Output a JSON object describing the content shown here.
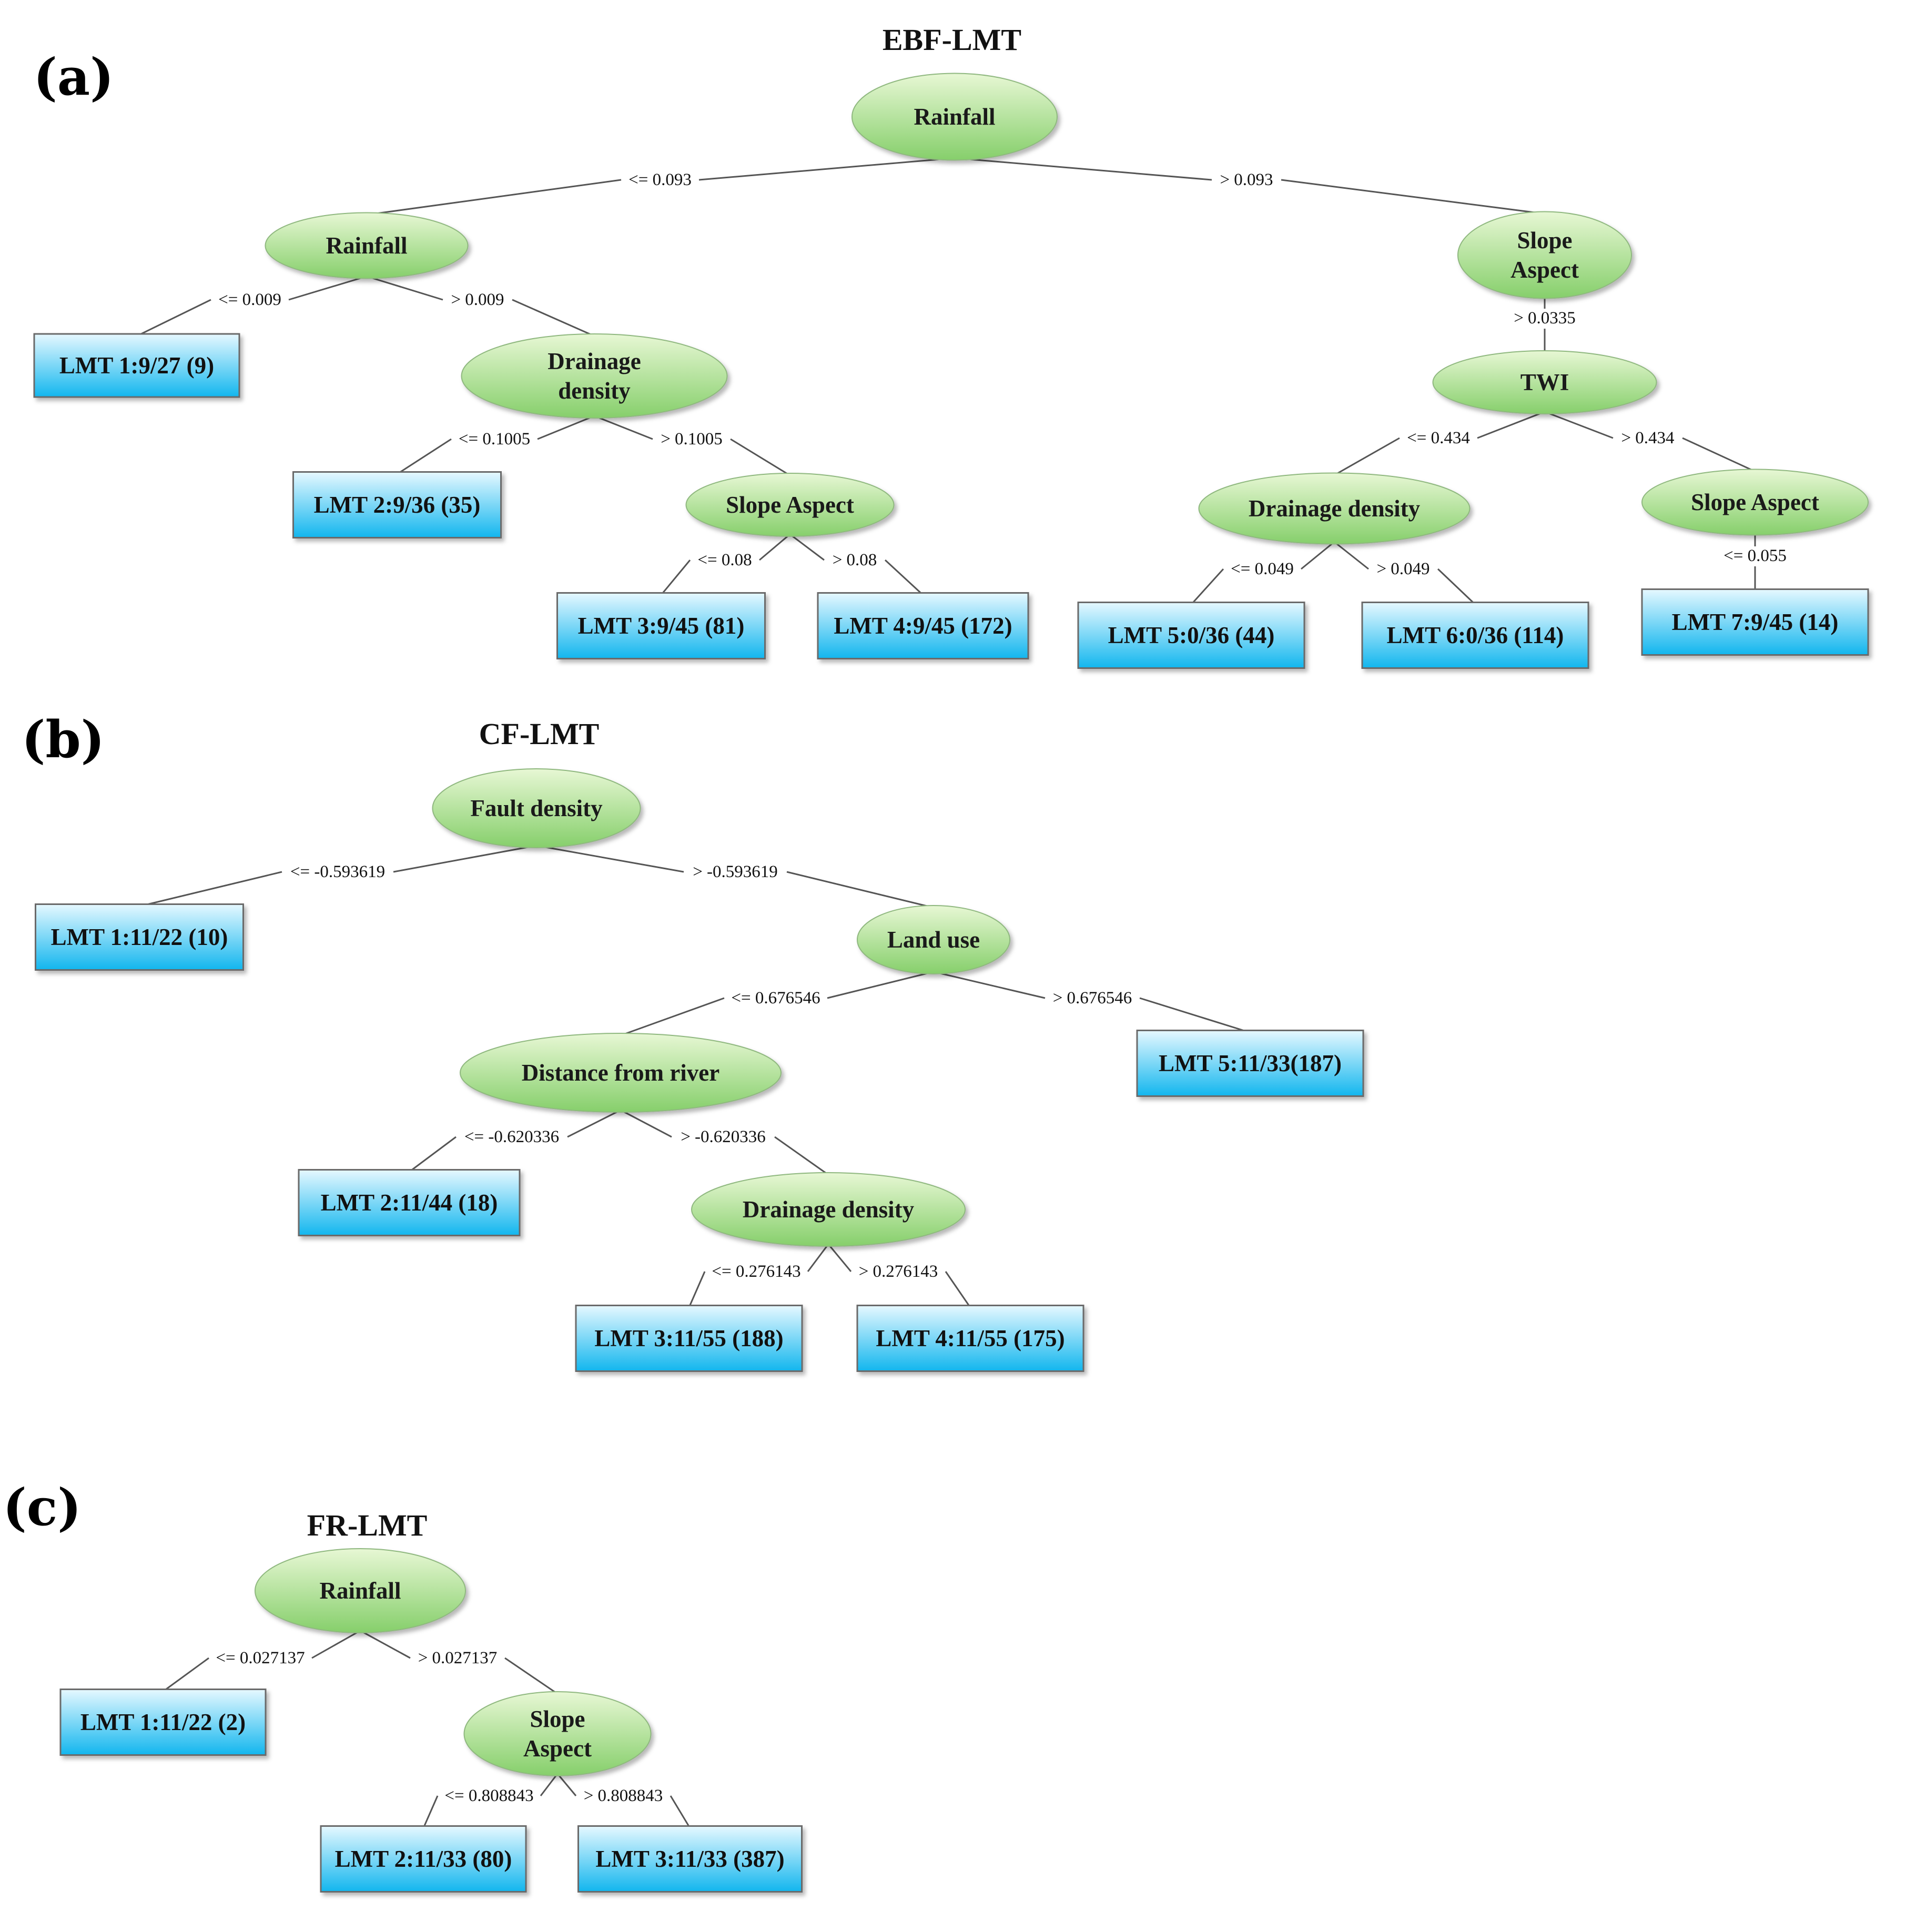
{
  "colors": {
    "node_fill_light": "#e7f7d4",
    "node_fill_dark": "#86cf6b",
    "leaf_fill_light": "#e6f8ff",
    "leaf_fill_dark": "#12b6ee",
    "edge": "#555555"
  },
  "panels": [
    {
      "id": "a",
      "letter": "(a)",
      "title": "EBF-LMT",
      "nodes": [
        {
          "id": "a1",
          "type": "decision",
          "label": [
            "Rainfall"
          ]
        },
        {
          "id": "a2",
          "type": "decision",
          "label": [
            "Rainfall"
          ]
        },
        {
          "id": "a3",
          "type": "leaf",
          "label": [
            "LMT 1:9/27 (9)"
          ]
        },
        {
          "id": "a4",
          "type": "decision",
          "label": [
            "Drainage",
            "density"
          ]
        },
        {
          "id": "a5",
          "type": "leaf",
          "label": [
            "LMT 2:9/36 (35)"
          ]
        },
        {
          "id": "a6",
          "type": "decision",
          "label": [
            "Slope Aspect"
          ]
        },
        {
          "id": "a7",
          "type": "leaf",
          "label": [
            "LMT 3:9/45 (81)"
          ]
        },
        {
          "id": "a8",
          "type": "leaf",
          "label": [
            "LMT 4:9/45 (172)"
          ]
        },
        {
          "id": "a9",
          "type": "decision",
          "label": [
            "Slope",
            "Aspect"
          ]
        },
        {
          "id": "a10",
          "type": "decision",
          "label": [
            "TWI"
          ]
        },
        {
          "id": "a11",
          "type": "decision",
          "label": [
            "Drainage density"
          ]
        },
        {
          "id": "a12",
          "type": "leaf",
          "label": [
            "LMT 5:0/36 (44)"
          ]
        },
        {
          "id": "a13",
          "type": "leaf",
          "label": [
            "LMT 6:0/36 (114)"
          ]
        },
        {
          "id": "a14",
          "type": "decision",
          "label": [
            "Slope Aspect"
          ]
        },
        {
          "id": "a15",
          "type": "leaf",
          "label": [
            "LMT 7:9/45 (14)"
          ]
        }
      ],
      "edges": [
        {
          "from": "a1",
          "to": "a2",
          "label": "<= 0.093"
        },
        {
          "from": "a1",
          "to": "a9",
          "label": "> 0.093"
        },
        {
          "from": "a2",
          "to": "a3",
          "label": "<= 0.009"
        },
        {
          "from": "a2",
          "to": "a4",
          "label": "> 0.009"
        },
        {
          "from": "a4",
          "to": "a5",
          "label": "<= 0.1005"
        },
        {
          "from": "a4",
          "to": "a6",
          "label": "> 0.1005"
        },
        {
          "from": "a6",
          "to": "a7",
          "label": "<= 0.08"
        },
        {
          "from": "a6",
          "to": "a8",
          "label": "> 0.08"
        },
        {
          "from": "a9",
          "to": "a10",
          "label": "> 0.0335"
        },
        {
          "from": "a10",
          "to": "a11",
          "label": "<= 0.434"
        },
        {
          "from": "a10",
          "to": "a14",
          "label": "> 0.434"
        },
        {
          "from": "a11",
          "to": "a12",
          "label": "<= 0.049"
        },
        {
          "from": "a11",
          "to": "a13",
          "label": "> 0.049"
        },
        {
          "from": "a14",
          "to": "a15",
          "label": "<= 0.055"
        }
      ]
    },
    {
      "id": "b",
      "letter": "(b)",
      "title": "CF-LMT",
      "nodes": [
        {
          "id": "b1",
          "type": "decision",
          "label": [
            "Fault density"
          ]
        },
        {
          "id": "b2",
          "type": "leaf",
          "label": [
            "LMT 1:11/22 (10)"
          ]
        },
        {
          "id": "b3",
          "type": "decision",
          "label": [
            "Land use"
          ]
        },
        {
          "id": "b4",
          "type": "decision",
          "label": [
            "Distance from river"
          ]
        },
        {
          "id": "b5",
          "type": "leaf",
          "label": [
            "LMT 5:11/33(187)"
          ]
        },
        {
          "id": "b6",
          "type": "leaf",
          "label": [
            "LMT 2:11/44 (18)"
          ]
        },
        {
          "id": "b7",
          "type": "decision",
          "label": [
            "Drainage density"
          ]
        },
        {
          "id": "b8",
          "type": "leaf",
          "label": [
            "LMT 3:11/55 (188)"
          ]
        },
        {
          "id": "b9",
          "type": "leaf",
          "label": [
            "LMT 4:11/55 (175)"
          ]
        }
      ],
      "edges": [
        {
          "from": "b1",
          "to": "b2",
          "label": "<= -0.593619"
        },
        {
          "from": "b1",
          "to": "b3",
          "label": "> -0.593619"
        },
        {
          "from": "b3",
          "to": "b4",
          "label": "<= 0.676546"
        },
        {
          "from": "b3",
          "to": "b5",
          "label": "> 0.676546"
        },
        {
          "from": "b4",
          "to": "b6",
          "label": "<= -0.620336"
        },
        {
          "from": "b4",
          "to": "b7",
          "label": "> -0.620336"
        },
        {
          "from": "b7",
          "to": "b8",
          "label": "<= 0.276143"
        },
        {
          "from": "b7",
          "to": "b9",
          "label": "> 0.276143"
        }
      ]
    },
    {
      "id": "c",
      "letter": "(c)",
      "title": "FR-LMT",
      "nodes": [
        {
          "id": "c1",
          "type": "decision",
          "label": [
            "Rainfall"
          ]
        },
        {
          "id": "c2",
          "type": "leaf",
          "label": [
            "LMT 1:11/22 (2)"
          ]
        },
        {
          "id": "c3",
          "type": "decision",
          "label": [
            "Slope",
            "Aspect"
          ]
        },
        {
          "id": "c4",
          "type": "leaf",
          "label": [
            "LMT 2:11/33 (80)"
          ]
        },
        {
          "id": "c5",
          "type": "leaf",
          "label": [
            "LMT 3:11/33 (387)"
          ]
        }
      ],
      "edges": [
        {
          "from": "c1",
          "to": "c2",
          "label": "<= 0.027137"
        },
        {
          "from": "c1",
          "to": "c3",
          "label": "> 0.027137"
        },
        {
          "from": "c3",
          "to": "c4",
          "label": "<= 0.808843"
        },
        {
          "from": "c3",
          "to": "c5",
          "label": "> 0.808843"
        }
      ]
    }
  ]
}
